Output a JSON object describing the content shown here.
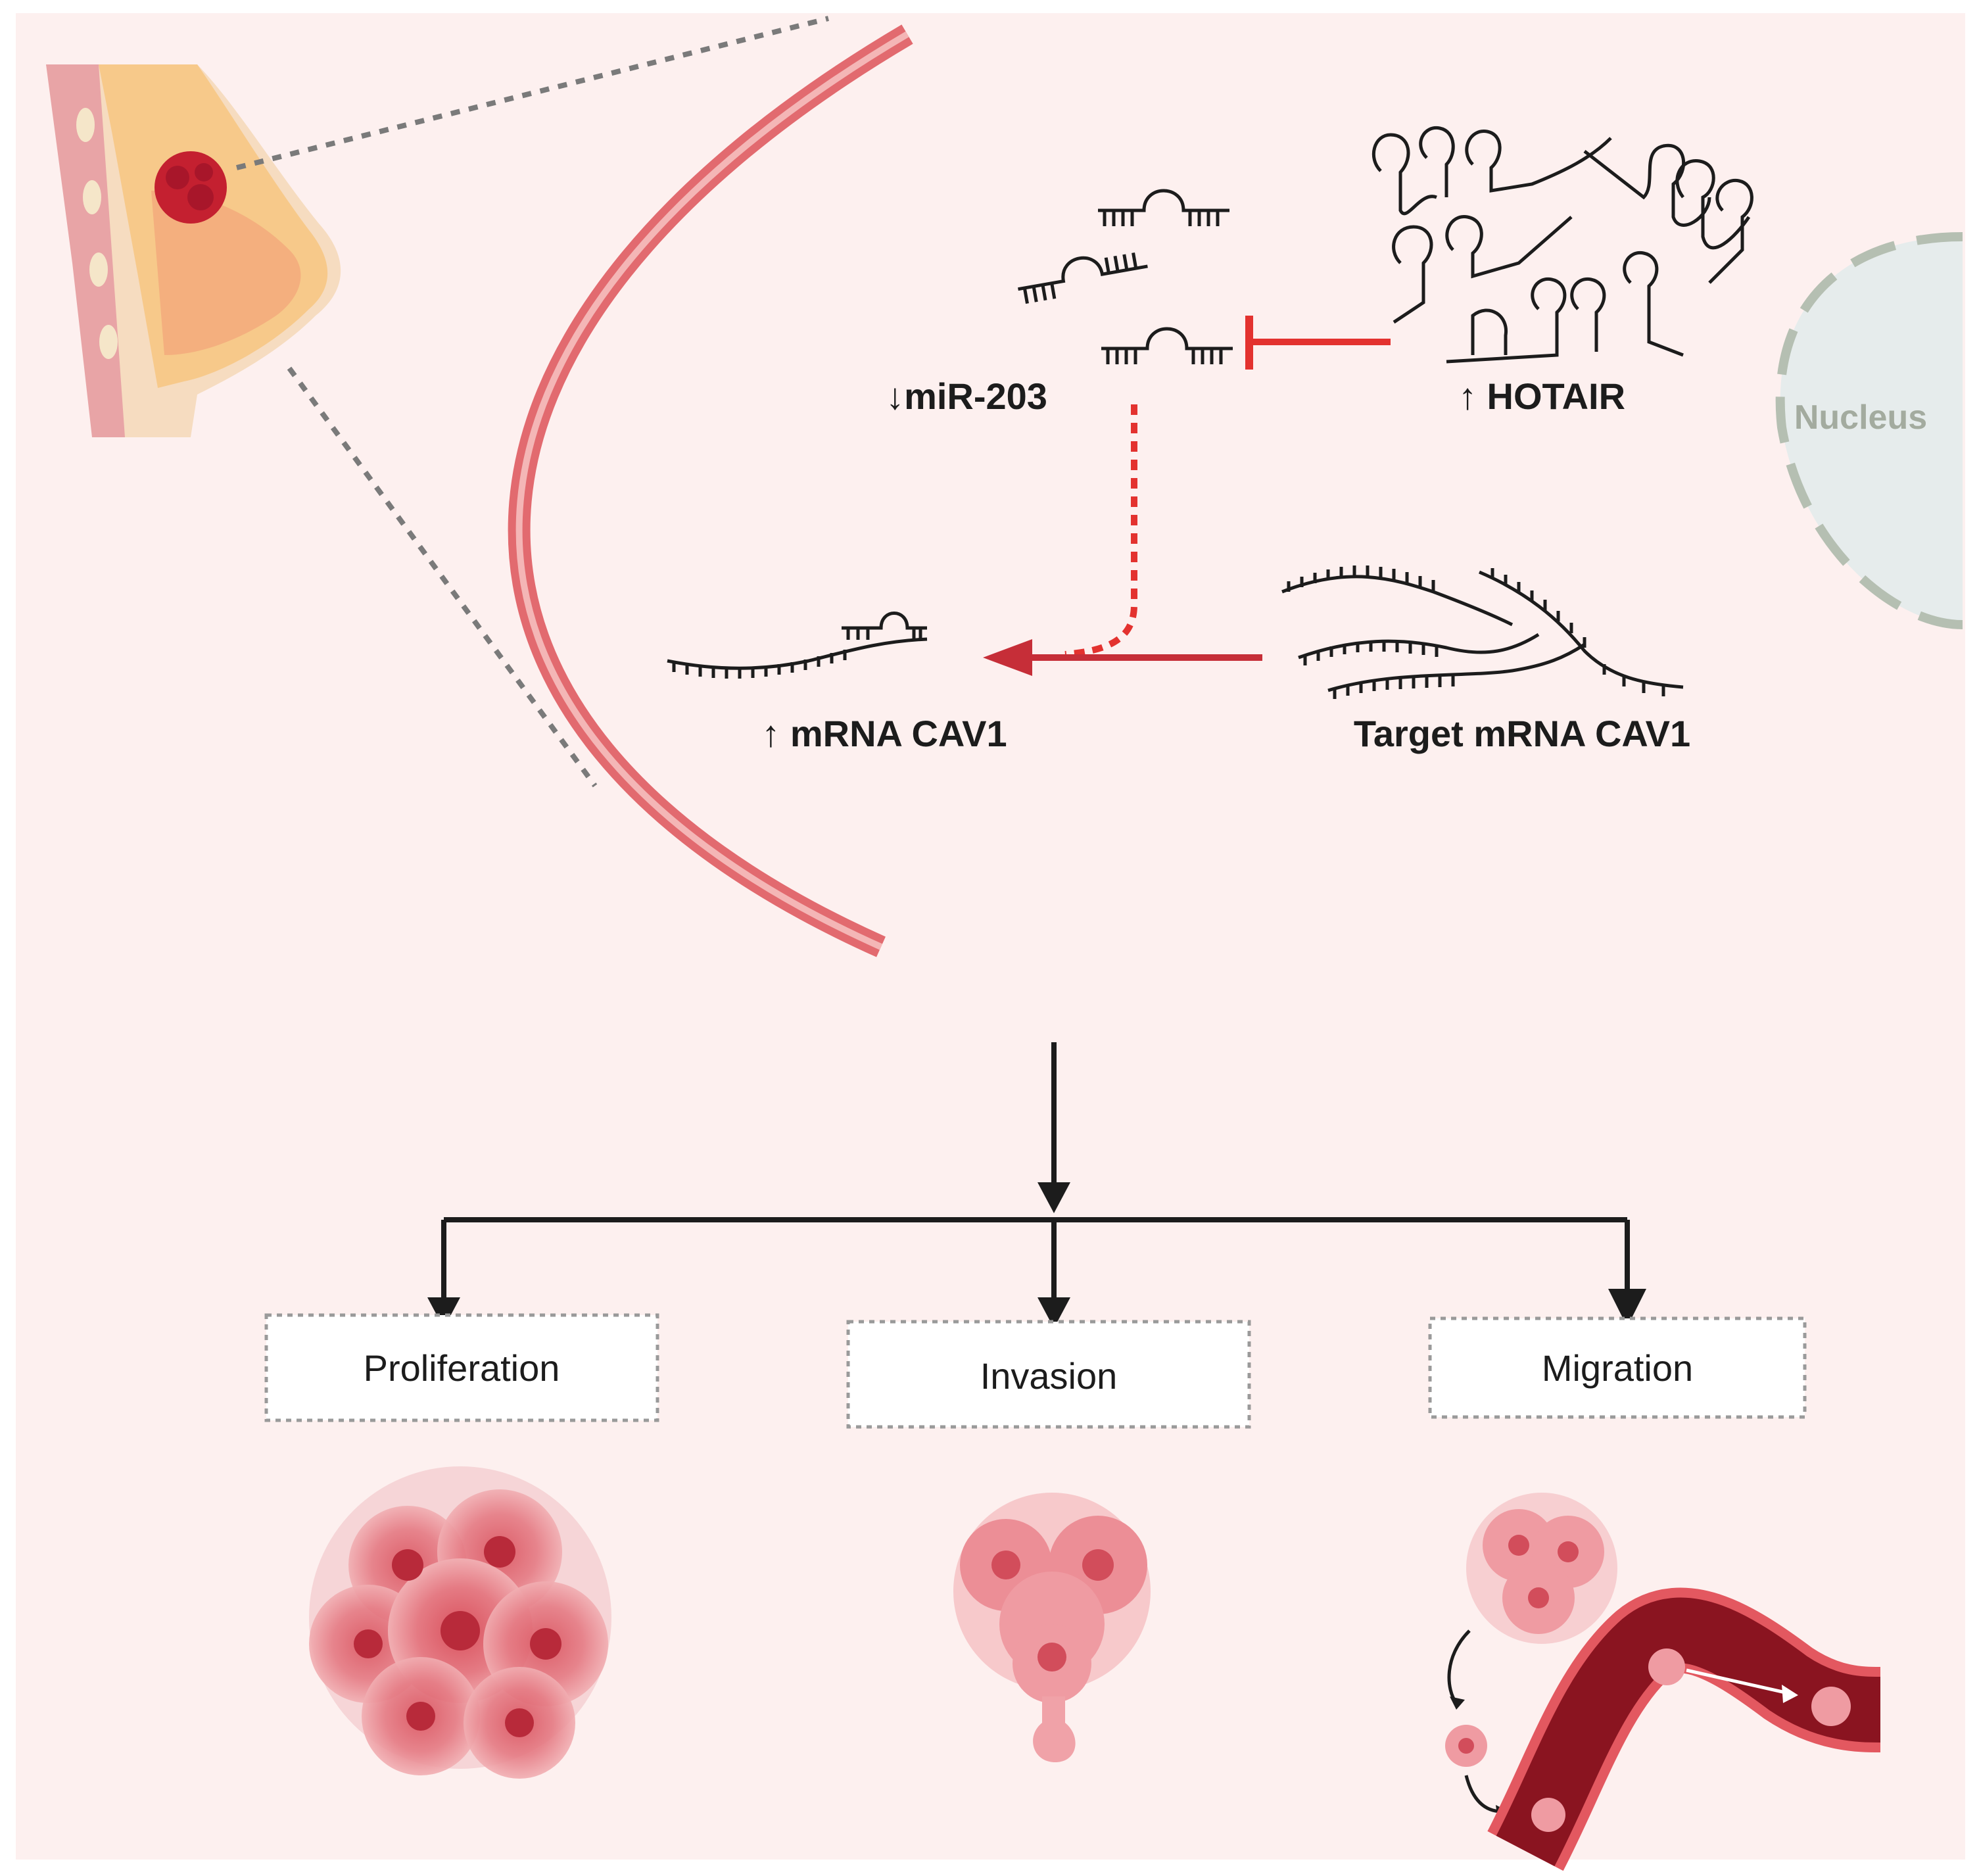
{
  "labels": {
    "mir": "↓miR-203",
    "hotair": "↑  HOTAIR",
    "nucleus": "Nucleus",
    "mrna_up": "↑ mRNA CAV1",
    "target": "Target mRNA CAV1"
  },
  "outcomes": [
    {
      "label": "Proliferation"
    },
    {
      "label": "Invasion"
    },
    {
      "label": "Migration"
    }
  ],
  "colors": {
    "background": "#fdf0ef",
    "membrane": "#e26a6f",
    "inhibit": "#e3322f",
    "activate": "#c62e38",
    "arrow": "#1c1c1c",
    "nucleus_fill": "#e6ecec",
    "nucleus_dash": "#b5bfb2",
    "cell_fill": "#e9848b",
    "vessel": "#8a1420"
  },
  "icons": [
    "breast-tissue-icon",
    "rna-hairpin-icon",
    "mrna-strand-icon",
    "tumor-cluster-icon",
    "blood-vessel-icon"
  ]
}
